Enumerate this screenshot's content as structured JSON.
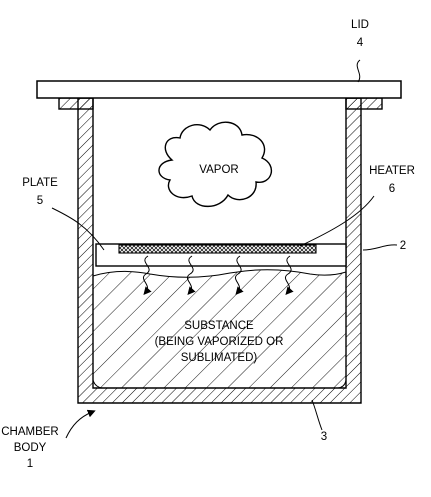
{
  "labels": {
    "lid": "LID",
    "lid_num": "4",
    "vapor": "VAPOR",
    "plate": "PLATE",
    "plate_num": "5",
    "heater": "HEATER",
    "heater_num": "6",
    "wall_num": "2",
    "substance_line1": "SUBSTANCE",
    "substance_line2": "(BEING VAPORIZED OR",
    "substance_line3": "SUBLIMATED)",
    "chamber_line1": "CHAMBER",
    "chamber_line2": "BODY",
    "chamber_num": "1",
    "bottom_num": "3"
  },
  "colors": {
    "stroke": "#000000",
    "background": "#ffffff"
  }
}
